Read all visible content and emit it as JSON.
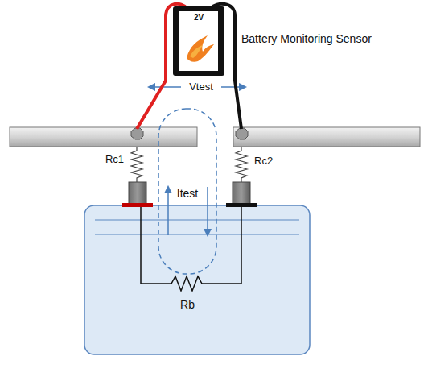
{
  "diagram": {
    "nodes": [
      {
        "text": [
          "2V"
        ]
      }
    ],
    "labels": [
      "Battery Monitoring Sensor",
      "Vtest",
      "Itest",
      "Rc1",
      "Rc2",
      "Rb"
    ]
  }
}
